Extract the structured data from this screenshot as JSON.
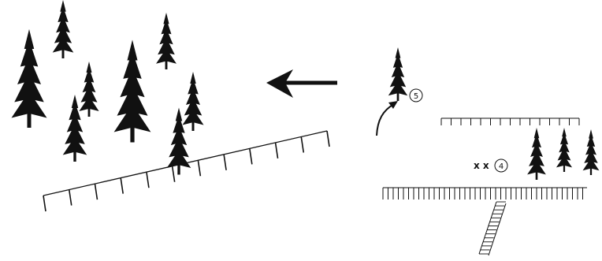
{
  "diagram": {
    "ink_color": "#111111",
    "background_color": "#ffffff",
    "labels": {
      "step_five": "5",
      "step_four": "4",
      "marks": "x x"
    },
    "icons": {
      "tree": "conifer-tree-icon",
      "direction_arrow": "left-arrow-icon",
      "curved_arrow": "curved-arrow-icon",
      "fence": "fence-icon",
      "ladder": "ladder-icon"
    }
  }
}
